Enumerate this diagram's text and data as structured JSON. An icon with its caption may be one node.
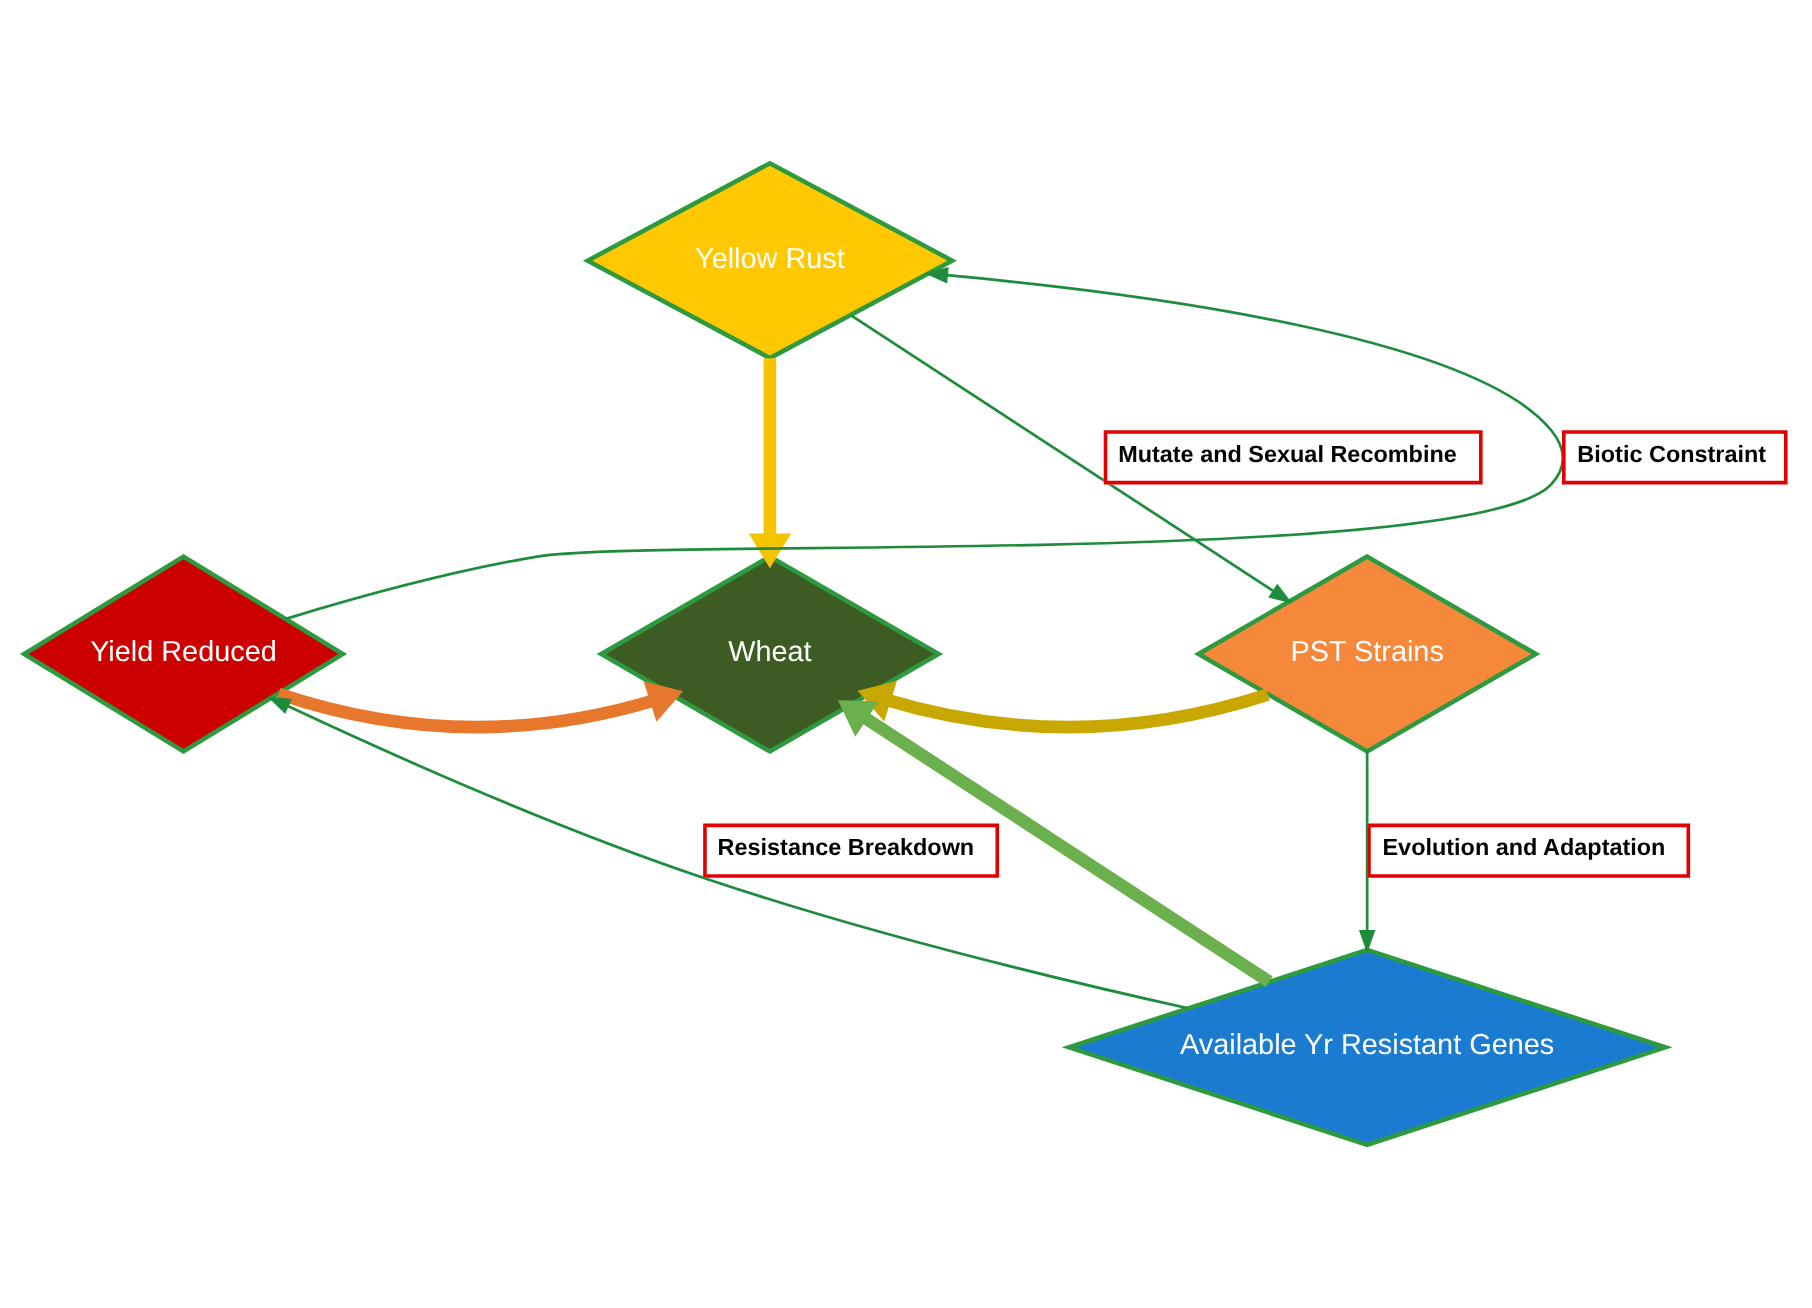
{
  "diagram": {
    "nodes": [
      {
        "text": [
          "Yellow Rust"
        ]
      },
      {
        "text": [
          "Yield Reduced"
        ]
      },
      {
        "text": [
          "Wheat"
        ]
      },
      {
        "text": [
          "PST Strains"
        ]
      },
      {
        "text": [
          "Available Yr Resistant Genes"
        ]
      }
    ],
    "edges": [
      {
        "from": 1,
        "to": 0,
        "arrow": "to",
        "label": "Biotic Constraint"
      },
      {
        "from": 0,
        "to": 3,
        "arrow": "to",
        "label": "Mutate and Sexual Recombine"
      },
      {
        "from": 3,
        "to": 4,
        "arrow": "to",
        "label": "Evolution and Adaptation"
      },
      {
        "from": 4,
        "to": 1,
        "arrow": "to",
        "label": "Resistance Breakdown"
      },
      {
        "from": 0,
        "to": 2,
        "arrow": "to",
        "style": "thick",
        "color": "#f5c400"
      },
      {
        "from": 1,
        "to": 2,
        "arrow": "to",
        "style": "thick",
        "color": "#e8772e"
      },
      {
        "from": 3,
        "to": 2,
        "arrow": "to",
        "style": "thick",
        "color": "#c8a800"
      },
      {
        "from": 4,
        "to": 2,
        "arrow": "to",
        "style": "thick",
        "color": "#6ab04c"
      }
    ]
  }
}
